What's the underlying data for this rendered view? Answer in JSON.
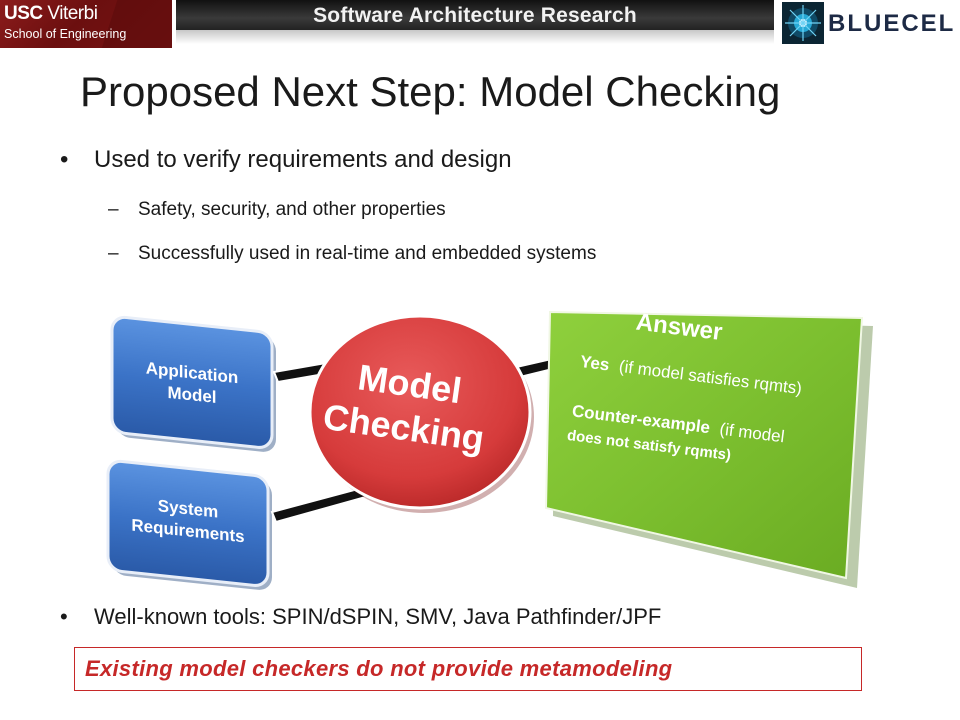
{
  "header": {
    "logo_line1_bold": "USC",
    "logo_line1_rest": "Viterbi",
    "logo_line2": "School of Engineering",
    "banner_title": "Software Architecture Research",
    "bluecell_logo_text": "BLUECELL"
  },
  "slide": {
    "title": "Proposed Next Step: Model Checking",
    "bullets": [
      {
        "text": "Used to verify requirements and design",
        "sub": [
          "Safety, security, and other properties",
          "Successfully used in real-time and embedded systems"
        ]
      },
      {
        "text": "Well-known tools: SPIN/dSPIN, SMV, Java Pathfinder/JPF"
      }
    ],
    "bullet_symbol": "•",
    "dash_symbol": "–"
  },
  "diagram": {
    "application_model": [
      "Application",
      "Model"
    ],
    "system_requirements": [
      "System",
      "Requirements"
    ],
    "model_checking": [
      "Model",
      "Checking"
    ],
    "answer": {
      "title": "Answer",
      "yes_bold": "Yes",
      "yes_rest": "(if model satisfies rqmts)",
      "counter_bold": "Counter-example",
      "counter_rest_1": "(if model",
      "counter_rest_2": "does not satisfy rqmts)"
    }
  },
  "callout": "Existing model checkers do not provide metamodeling",
  "colors": {
    "blue_box": "#3b73c7",
    "red_ellipse": "#d63b3b",
    "green_panel": "#7cbf2f",
    "callout_red": "#c62828"
  }
}
